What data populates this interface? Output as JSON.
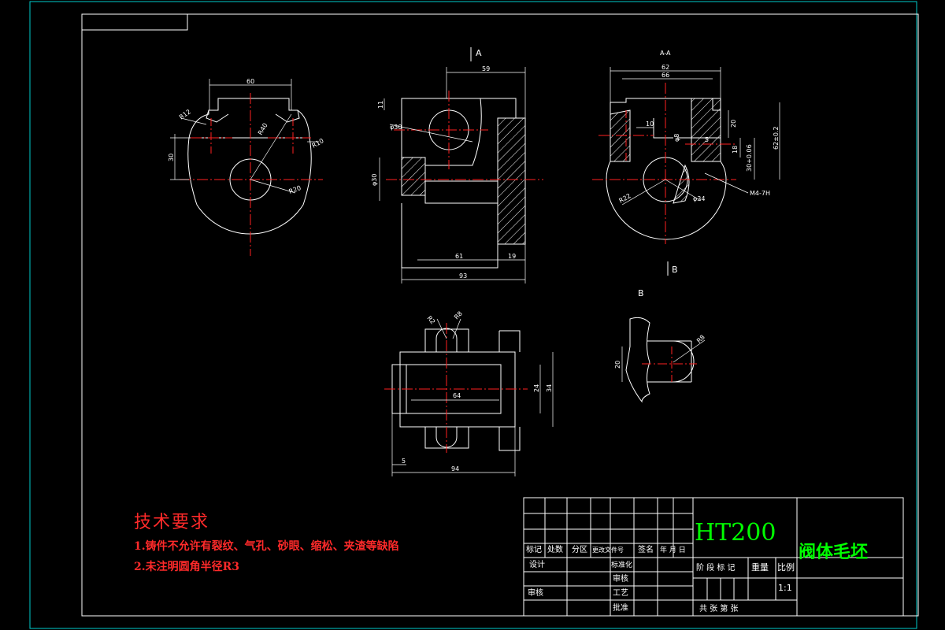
{
  "colors": {
    "background": "#000000",
    "outline": "#ffffff",
    "border": "#ffffff",
    "frame_outer": "#00cccc",
    "center_line": "#ff2020",
    "dimension": "#ffffff",
    "hatch": "#ffffff",
    "material": "#00ff00",
    "tech_text": "#ff2a2a"
  },
  "views": {
    "view_a_label": "A",
    "section_label": "A-A",
    "view_b_label": "B",
    "view_b_title": "B"
  },
  "dimensions": {
    "front": {
      "d60": "60",
      "r12": "R12",
      "r40": "R40",
      "r10": "R10",
      "r20": "R20",
      "d30": "30"
    },
    "side": {
      "d59": "59",
      "d11": "11",
      "phi30a": "φ30",
      "phi30b": "φ30",
      "d61": "61",
      "d19": "19",
      "d93": "93"
    },
    "section": {
      "d62": "62",
      "d66": "66",
      "d10": "10",
      "d20": "20",
      "phi8": "φ8",
      "d5": "5",
      "d18": "18",
      "d30tol": "30+0.06",
      "r22": "R22",
      "phi34": "φ34",
      "thread": "M4-7H",
      "dTol": "62±0.2"
    },
    "top": {
      "r2": "R2",
      "r8": "R8",
      "d64": "64",
      "d24": "24",
      "d34": "34",
      "d5": "5",
      "d94": "94"
    },
    "viewb": {
      "d20": "20",
      "r8": "R8"
    }
  },
  "tech_requirements": {
    "title": "技术要求",
    "lines": [
      "1.铸件不允许有裂纹、气孔、砂眼、缩松、夹渣等缺陷",
      "2.未注明圆角半径R3"
    ]
  },
  "title_block": {
    "material": "HT200",
    "part_name": "阀体毛坯",
    "scale": "1:1",
    "headers": [
      "标记",
      "处数",
      "分区",
      "更改文件号",
      "签名",
      "年 月 日"
    ],
    "design": "设计",
    "standardize": "标准化",
    "approve": "审核",
    "check": "批准",
    "process": "工艺",
    "checked": "审核",
    "stage_mark": "阶 段 标 记",
    "weight": "重量",
    "ratio": "比例",
    "sheets": "共    张  第    张"
  }
}
